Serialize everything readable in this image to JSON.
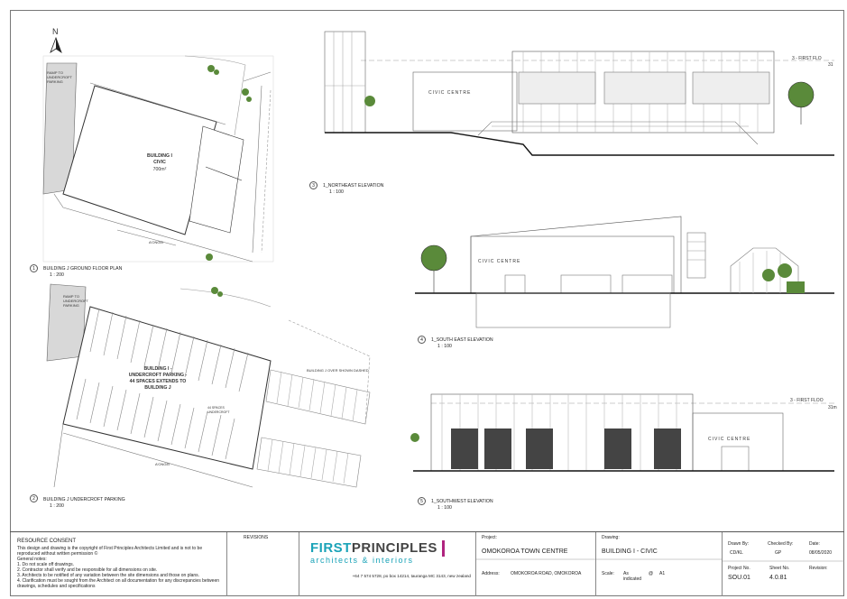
{
  "north": {
    "letter": "N"
  },
  "views": [
    {
      "num": "1",
      "title": "BUILDING J GROUND FLOOR PLAN",
      "scale": "1 : 200"
    },
    {
      "num": "2",
      "title": "BUILDING J UNDERCROFT PARKING",
      "scale": "1 : 200"
    },
    {
      "num": "3",
      "title": "1_NORTHEAST ELEVATION",
      "scale": "1 : 100"
    },
    {
      "num": "4",
      "title": "1_SOUTH EAST ELEVATION",
      "scale": "1 : 100"
    },
    {
      "num": "5",
      "title": "1_SOUTHWEST ELEVATION",
      "scale": "1 : 100"
    }
  ],
  "plan1": {
    "ramp": "RAMP TO\nUNDERCROFT\nPARKING",
    "building": "BUILDING I",
    "use": "CIVIC",
    "area": "700m²",
    "road": "A'ONGEI"
  },
  "plan2": {
    "ramp": "RAMP TO\nUNDERCROFT\nPARKING",
    "building": "BUILDING I -",
    "line2": "UNDERCROFT PARKING -",
    "line3": "44 SPACES EXTENDS TO",
    "line4": "BUILDING J",
    "overshown": "BUILDING J OVER SHOWN DASHED",
    "spaces": "44 SPACES\nUNDERCROFT",
    "road": "A'ONGEI"
  },
  "elevations": {
    "first_floor_label": "3 - FIRST FLO",
    "first_floor_value": "31",
    "first_floor_label2": "3 - FIRST FLOO",
    "first_floor_value2": "31m",
    "sign_ne": "CIVIC CENTRE",
    "sign_se": "CIVIC CENTRE",
    "sign_sw": "CIVIC CENTRE"
  },
  "titleblock": {
    "heading": "RESOURCE CONSENT",
    "copyright": "This design and drawing is the copyright of First Principles Architects Limited and is not to be reproduced without written permission ©",
    "notes_title": "General notes:",
    "notes": [
      "1. Do not scale off drawings.",
      "2. Contractor shall verify and be responsible for all dimensions on site.",
      "3. Architects to be notified of any variation between the site dimensions and those on plans.",
      "4. Clarification must be sought from the Architect on all documentation for any discrepancies between drawings, schedules and specifications"
    ],
    "revisions": "REVISIONS",
    "logo_first": "FIRST",
    "logo_principles": "PRINCIPLES",
    "logo_sub": "architects & interiors",
    "contact": "+64 7 574 5728, po box 14214, tauranga MC 3143, new zealand",
    "project_label": "Project:",
    "project": "OMOKOROA TOWN CENTRE",
    "address_label": "Address:",
    "address": "OMOKOROA ROAD, OMOKOROA",
    "drawing_label": "Drawing:",
    "drawing": "BUILDING I - CIVIC",
    "scale_label": "Scale:",
    "scale": "As indicated",
    "size_at": "@",
    "size": "A1",
    "drawn_by_label": "Drawn By:",
    "drawn_by": "CD/KL",
    "checked_by_label": "Checked By:",
    "checked_by": "GP",
    "date_label": "Date:",
    "date": "08/05/2020",
    "project_no_label": "Project No.",
    "project_no": "SOU.01",
    "sheet_no_label": "Sheet No.",
    "sheet_no": "4.0.81",
    "revision_label": "Revision:",
    "revision": ""
  },
  "colors": {
    "accent": "#1aa3b8",
    "magenta": "#b0247f",
    "tree": "#5a8a3a"
  }
}
